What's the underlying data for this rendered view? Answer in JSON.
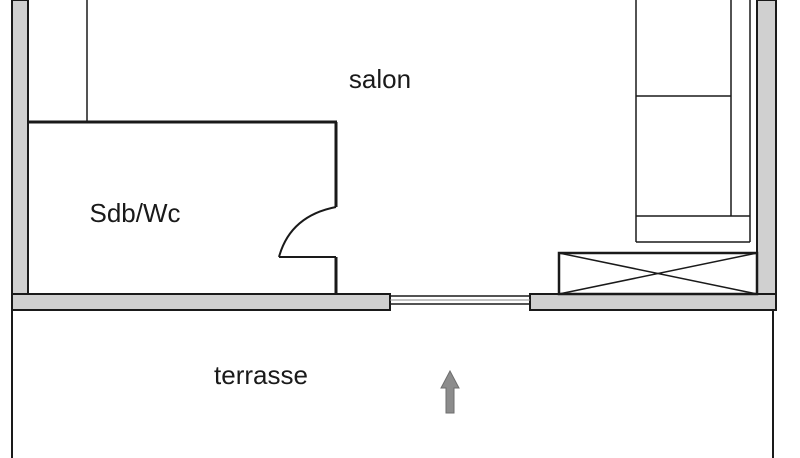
{
  "rooms": {
    "salon": "salon",
    "bathroom": "Sdb/Wc",
    "terrace": "terrasse"
  },
  "icons": {
    "entry_arrow": "up-arrow-icon"
  },
  "colors": {
    "wall_fill": "#d0d0d0",
    "line": "#1a1a1a",
    "background": "#ffffff",
    "arrow": "#8c8c8c"
  }
}
